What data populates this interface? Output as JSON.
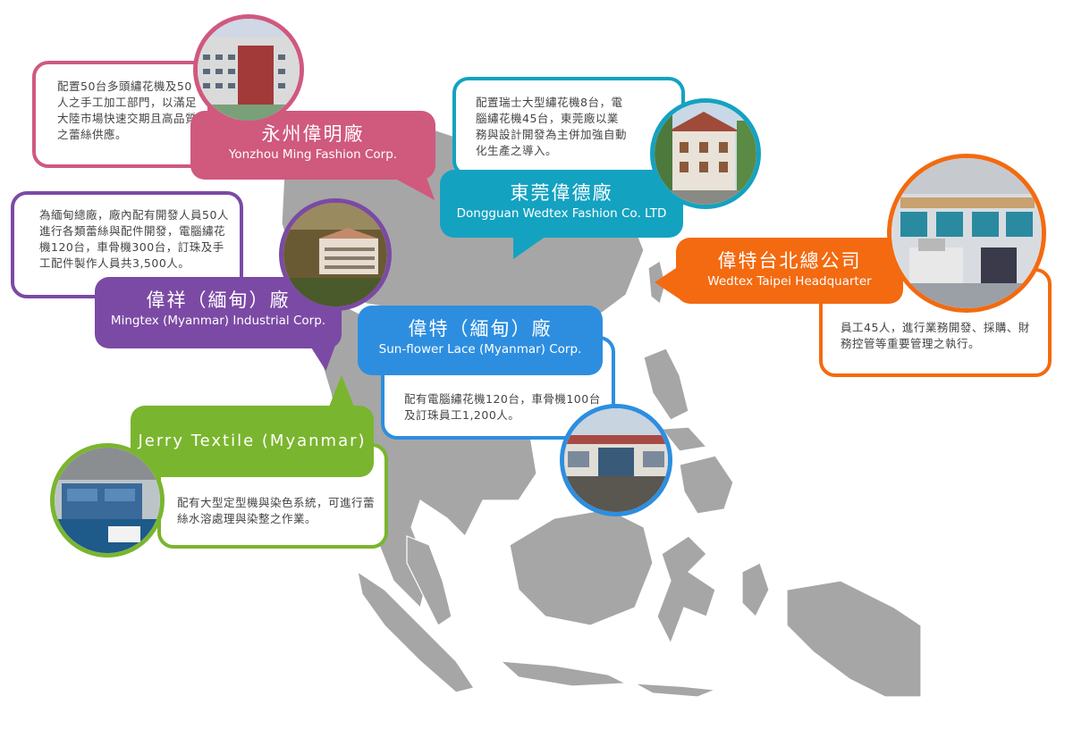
{
  "colors": {
    "yonzhou": "#d0597e",
    "dongguan": "#14a2c1",
    "taipei": "#f36a10",
    "mingtex": "#7b4aa5",
    "sunflower": "#2d8ee0",
    "jerry": "#7ab52f",
    "land": "#a6a6a6"
  },
  "offices": {
    "yonzhou": {
      "name_zh": "永州偉明廠",
      "name_en": "Yonzhou Ming Fashion Corp.",
      "desc": "配置50台多頭繡花機及50人之手工加工部門，以滿足大陸市場快速交期且高品質之蕾絲供應。",
      "photo_icon": "factory-building-photo"
    },
    "dongguan": {
      "name_zh": "東莞偉德廠",
      "name_en": "Dongguan Wedtex Fashion Co. LTD",
      "desc": "配置瑞士大型繡花機8台，電腦繡花機45台，東莞廠以業務與設計開發為主併加強自動化生產之導入。",
      "photo_icon": "villa-building-photo"
    },
    "taipei": {
      "name_zh": "偉特台北總公司",
      "name_en": "Wedtex Taipei Headquarter",
      "desc": "員工45人，進行業務開發、採購、財務控管等重要管理之執行。",
      "photo_icon": "office-interior-photo"
    },
    "mingtex": {
      "name_zh": "偉祥（緬甸）廠",
      "name_en": "Mingtex (Myanmar) Industrial Corp.",
      "desc": "為緬甸總廠，廠內配有開發人員50人進行各類蕾絲與配件開發，電腦繡花機120台，車骨機300台，訂珠及手工配件製作人員共3,500人。",
      "photo_icon": "aerial-factory-photo"
    },
    "sunflower": {
      "name_zh": "偉特（緬甸）廠",
      "name_en": "Sun-flower Lace (Myanmar) Corp.",
      "desc": "配有電腦繡花機120台，車骨機100台及訂珠員工1,200人。",
      "photo_icon": "factory-entrance-photo"
    },
    "jerry": {
      "name_en": "Jerry Textile (Myanmar)",
      "desc": "配有大型定型機與染色系統，可進行蕾絲水溶處理與染整之作業。",
      "photo_icon": "dyeing-machine-photo"
    }
  }
}
